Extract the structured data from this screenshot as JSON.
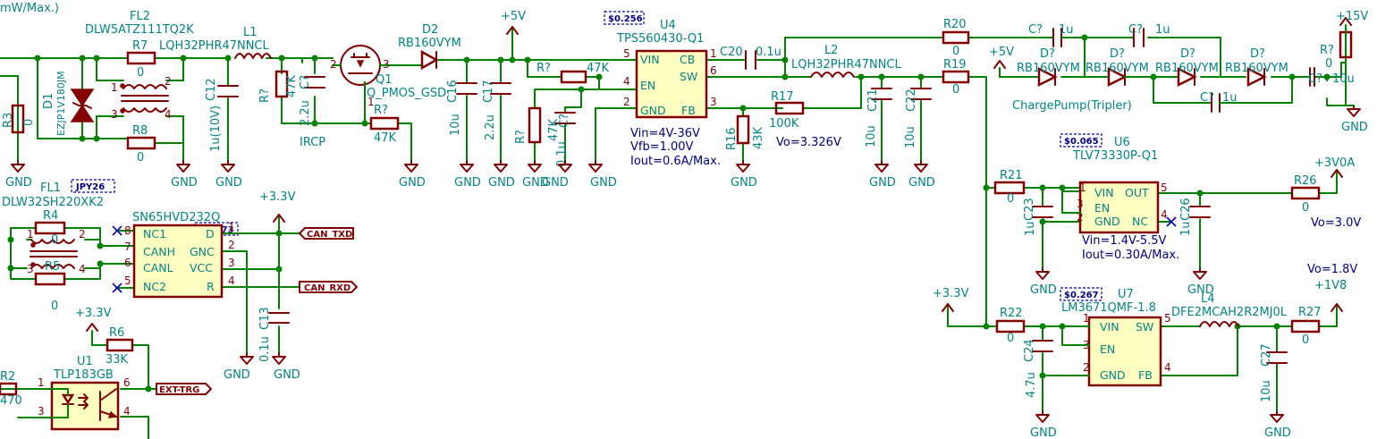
{
  "top": {
    "rating_note": "mW/Max.)"
  },
  "fl2": {
    "ref": "FL2",
    "value": "DLW5ATZ111TQ2K"
  },
  "r7": {
    "ref": "R7",
    "value": "0"
  },
  "r8": {
    "ref": "R8",
    "value": "0"
  },
  "r3": {
    "ref": "R3",
    "value": "0"
  },
  "d1": {
    "ref": "D1",
    "value": "EZJP1V180JM"
  },
  "l1": {
    "ref": "L1",
    "value": "LQH32PHR47NNCL"
  },
  "c12": {
    "ref": "C12",
    "value": "1u(10V)"
  },
  "r_q": {
    "ref": "R?",
    "value": "47K"
  },
  "c_q": {
    "ref": "C?",
    "value": "2.2u"
  },
  "q1": {
    "ref": "Q1",
    "value": "Q_PMOS_GSD",
    "note": "IRCP"
  },
  "d2": {
    "ref": "D2",
    "value": "RB160VYM"
  },
  "r_g": {
    "ref": "R?",
    "value": "47K"
  },
  "c16": {
    "ref": "C16",
    "value": "10u"
  },
  "c17": {
    "ref": "C17",
    "value": "2.2u"
  },
  "u4": {
    "ref": "U4",
    "value": "TPS560430-Q1",
    "cost": "$0.256",
    "pins": {
      "vin": "VIN",
      "en": "EN",
      "gnd": "GND",
      "cb": "CB",
      "sw": "SW",
      "fb": "FB"
    },
    "pin_numbers": [
      "5",
      "4",
      "2",
      "1",
      "6",
      "3"
    ],
    "specs": [
      "Vin=4V-36V",
      "Vfb=1.00V",
      "Iout=0.6A/Max."
    ]
  },
  "r_en": {
    "ref": "R?",
    "value": "47K"
  },
  "r_en2": {
    "ref": "R?",
    "value": "47K"
  },
  "c_en": {
    "ref": "C?",
    "value": "0.1u"
  },
  "c20": {
    "ref": "C20",
    "value": "0.1u"
  },
  "l2": {
    "ref": "L2",
    "value": "LQH32PHR47NNCL"
  },
  "r17": {
    "ref": "R17",
    "value": "100K"
  },
  "r16": {
    "ref": "R16",
    "value": "43K"
  },
  "vo_main": "Vo=3.326V",
  "c21": {
    "ref": "C21",
    "value": "10u"
  },
  "c22": {
    "ref": "C22",
    "value": "10u"
  },
  "r20": {
    "ref": "R20",
    "value": "0"
  },
  "r19": {
    "ref": "R19",
    "value": "0"
  },
  "charge_pump": {
    "label": "ChargePump(Tripler)",
    "caps": [
      {
        "ref": "C?",
        "value": "1u"
      },
      {
        "ref": "C?",
        "value": "1u"
      },
      {
        "ref": "C?",
        "value": "1u"
      },
      {
        "ref": "C?",
        "value": "10u"
      }
    ],
    "diodes": [
      {
        "ref": "D?",
        "value": "RB160VYM"
      },
      {
        "ref": "D?",
        "value": "RB160VYM"
      },
      {
        "ref": "D?",
        "value": "RB160VYM"
      },
      {
        "ref": "D?",
        "value": "RB160VYM"
      }
    ],
    "r_out": {
      "ref": "R?",
      "value": "0"
    }
  },
  "power": {
    "p5v": "+5V",
    "p15v": "+15V",
    "p3v3": "+3.3V",
    "p3v0a": "+3V0A",
    "p1v8": "+1V8",
    "gnd": "GND"
  },
  "u6": {
    "ref": "U6",
    "value": "TLV73330P-Q1",
    "cost": "$0.065",
    "pins": {
      "vin": "VIN",
      "out": "OUT",
      "en": "EN",
      "gnd": "GND",
      "nc": "NC"
    },
    "pin_numbers": [
      "1",
      "5",
      "3",
      "2",
      "4"
    ],
    "specs": [
      "Vin=1.4V-5.5V",
      "Iout=0.30A/Max."
    ]
  },
  "r21": {
    "ref": "R21",
    "value": "0"
  },
  "c23": {
    "ref": "C23",
    "value": "1u"
  },
  "c26": {
    "ref": "C26",
    "value": "1u"
  },
  "r26": {
    "ref": "R26",
    "value": "0"
  },
  "vo_3v0": "Vo=3.0V",
  "u7": {
    "ref": "U7",
    "value": "LM3671QMF-1.8",
    "cost": "$0.267",
    "pins": {
      "vin": "VIN",
      "sw": "SW",
      "en": "EN",
      "gnd": "GND",
      "fb": "FB"
    },
    "pin_numbers": [
      "1",
      "5",
      "3",
      "2",
      "4"
    ]
  },
  "r22": {
    "ref": "R22",
    "value": "0"
  },
  "c24": {
    "ref": "C24",
    "value": "4.7u"
  },
  "l4": {
    "ref": "L4",
    "value": "DFE2MCAH2R2MJ0L"
  },
  "r27": {
    "ref": "R27",
    "value": "0"
  },
  "c27": {
    "ref": "C27",
    "value": "10u"
  },
  "vo_1v8": "Vo=1.8V",
  "fl1": {
    "ref": "FL1",
    "value": "DLW32SH220XK2",
    "cost": "JPY26"
  },
  "r4": {
    "ref": "R4",
    "value": "0"
  },
  "r5": {
    "ref": "R5",
    "value": "0"
  },
  "u3": {
    "ref": "U3",
    "value": "SN65HVD232Q",
    "cost": "$0.673",
    "pins": {
      "nc1": "NC1",
      "canh": "CANH",
      "canl": "CANL",
      "nc2": "NC2",
      "d": "D",
      "gnd": "GNC",
      "vcc": "VCC",
      "r": "R"
    },
    "pin_numbers": [
      "8",
      "7",
      "6",
      "5",
      "1",
      "2",
      "3",
      "4"
    ]
  },
  "c13": {
    "ref": "C13",
    "value": "0.1u"
  },
  "nets": {
    "can_txd": "CAN_TXD",
    "can_rxd": "CAN_RXD",
    "ext_trg": "EXT-TRG"
  },
  "u1": {
    "ref": "U1",
    "value": "TLP183GB",
    "pin_numbers": [
      "1",
      "3",
      "6",
      "4"
    ]
  },
  "r6": {
    "ref": "R6",
    "value": "33K"
  },
  "r2": {
    "ref": "R2",
    "value": "470"
  }
}
